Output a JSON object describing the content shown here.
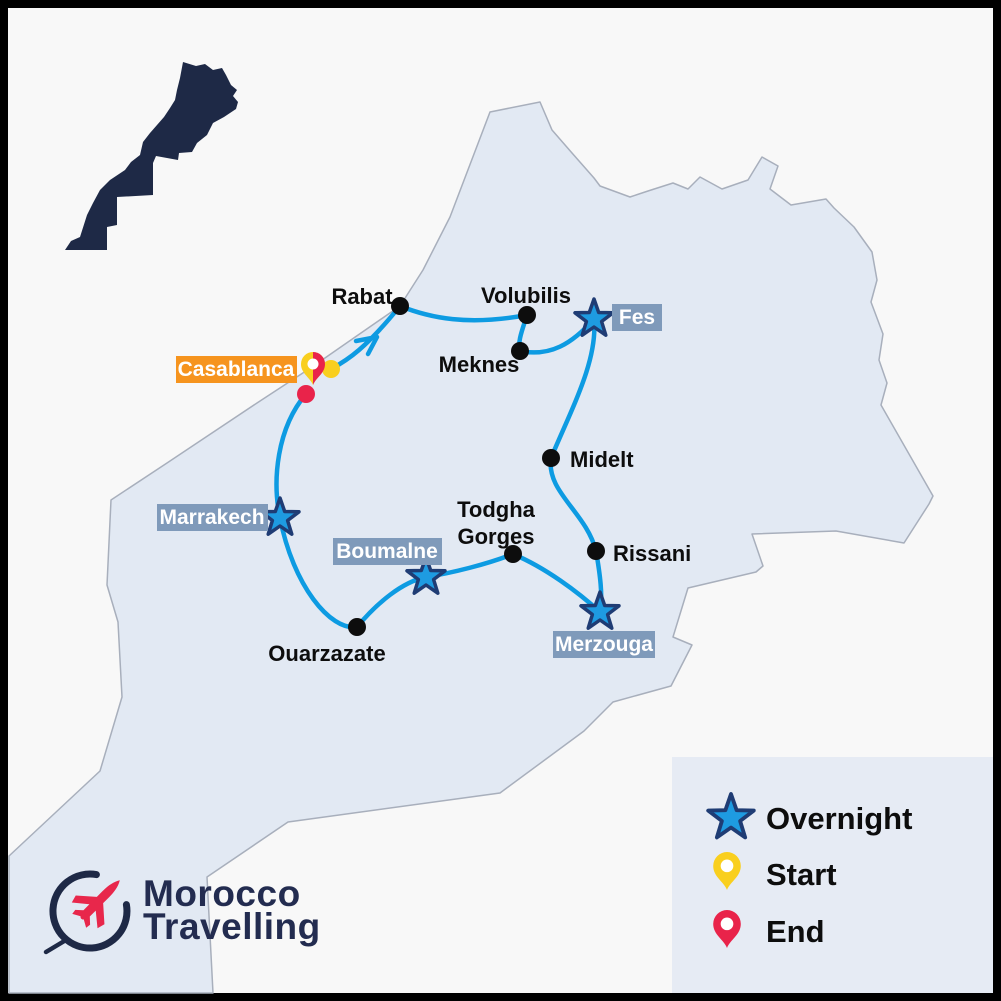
{
  "brand": {
    "name_line1": "Morocco",
    "name_line2": "Travelling"
  },
  "legend": {
    "items": [
      {
        "icon": "star-icon",
        "label": "Overnight"
      },
      {
        "icon": "start-pin-icon",
        "label": "Start"
      },
      {
        "icon": "end-pin-icon",
        "label": "End"
      }
    ]
  },
  "cities": {
    "rabat": "Rabat",
    "volubilis": "Volubilis",
    "meknes": "Meknes",
    "fes": "Fes",
    "casablanca": "Casablanca",
    "midelt": "Midelt",
    "todgha_line1": "Todgha",
    "todgha_line2": "Gorges",
    "rissani": "Rissani",
    "merzouga": "Merzouga",
    "boumalne": "Boumalne",
    "marrakech": "Marrakech",
    "ouarzazate": "Ouarzazate"
  },
  "route": {
    "sequence": [
      "Casablanca",
      "Rabat",
      "Volubilis",
      "Meknes",
      "Fes",
      "Midelt",
      "Rissani",
      "Merzouga",
      "Todgha Gorges",
      "Boumalne",
      "Ouarzazate",
      "Marrakech",
      "Casablanca"
    ],
    "start": "Casablanca",
    "end": "Casablanca",
    "overnight_stops": [
      "Fes",
      "Merzouga",
      "Boumalne",
      "Marrakech"
    ]
  },
  "colors": {
    "route_blue": "#0D9BE2",
    "land": "#E2E9F3",
    "land_border": "#A8AFBC",
    "background": "#F8F8F8",
    "frame": "#000000",
    "navy": "#1E2946",
    "star_fill": "#1E9BE1",
    "star_stroke": "#1F3C74",
    "label_slate": "#7F9ABA",
    "casablanca_orange": "#F6941E",
    "start_yellow": "#F9CF1E",
    "end_red": "#E9234A",
    "legend_panel": "#E6EBF4",
    "text_dark": "#0D0D0D"
  }
}
